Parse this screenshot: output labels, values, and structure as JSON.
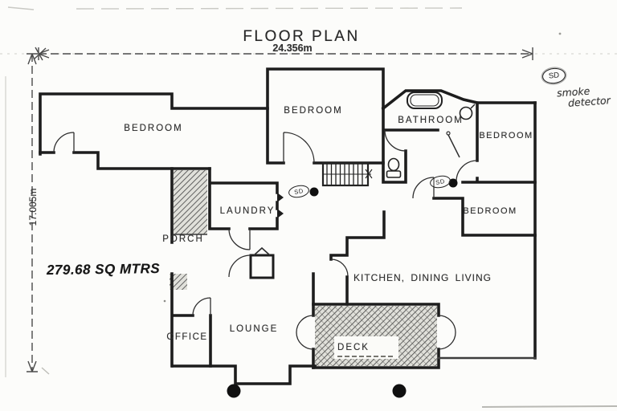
{
  "document": {
    "title": "FLOOR PLAN",
    "area_label": "279.68 SQ MTRS",
    "dimensions": {
      "width": "24.356m",
      "height": "17.005m"
    },
    "legend": {
      "symbol": "SD",
      "line1": "smoke",
      "line2": "detector"
    }
  },
  "rooms": {
    "bedroom_left": "BEDROOM",
    "bedroom_middle": "BEDROOM",
    "bathroom": "BATHROOM",
    "bedroom_top_right": "BEDROOM",
    "bedroom_right": "BEDROOM",
    "laundry": "LAUNDRY",
    "porch": "PORCH",
    "office": "OFFICE",
    "lounge": "LOUNGE",
    "kitchen": "KITCHEN, DINING LIVING",
    "deck": "DECK"
  },
  "markers": {
    "sd": "SD"
  },
  "colors": {
    "wall": "#1d1d1d",
    "paper": "#fcfcfa",
    "dim": "#4a4a4a",
    "hatch": "#4a4a4a"
  }
}
